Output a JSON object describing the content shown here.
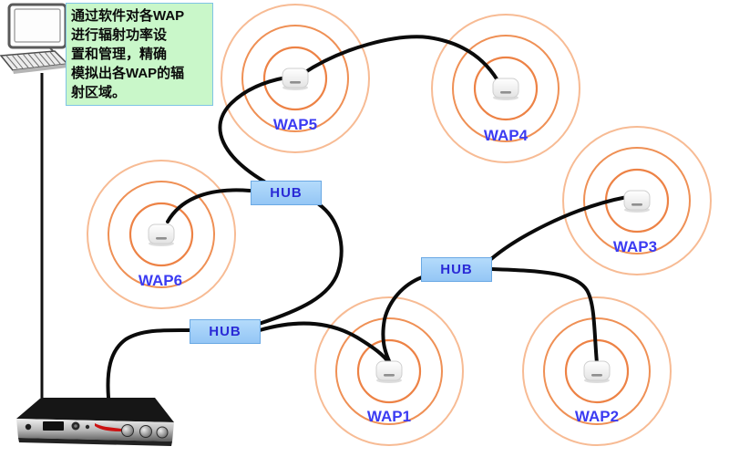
{
  "note": {
    "lines": [
      "通过软件对各WAP",
      "进行辐射功率设",
      "置和管理，精确",
      "模拟出各WAP的辐",
      "射区域。"
    ]
  },
  "hubs": [
    {
      "id": "hub-top",
      "label": "HUB"
    },
    {
      "id": "hub-right",
      "label": "HUB"
    },
    {
      "id": "hub-bottom-left",
      "label": "HUB"
    }
  ],
  "waps": [
    {
      "label": "WAP1"
    },
    {
      "label": "WAP2"
    },
    {
      "label": "WAP3"
    },
    {
      "label": "WAP4"
    },
    {
      "label": "WAP5"
    },
    {
      "label": "WAP6"
    }
  ],
  "devices": {
    "computer": "desktop-computer",
    "controller": "rack-wireless-controller"
  },
  "colors": {
    "ring_inner": "#ed8245",
    "ring_middle": "#ef9055",
    "ring_outer": "#f7bb94",
    "cable": "#0b0b0b",
    "hub_bg": "#a4cff7",
    "hub_border": "#6aa9e4",
    "hub_text": "#2a2ad6",
    "wap_label": "#3b3bf2",
    "note_bg": "#c9f7c9",
    "note_border": "#7fc4e4",
    "controller_accent": "#cc1111"
  }
}
